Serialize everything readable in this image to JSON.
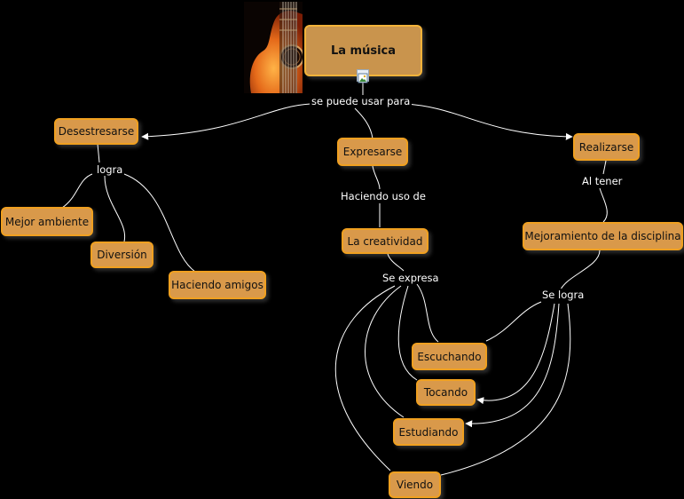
{
  "main_concept": "La música",
  "linking_phrases": {
    "uses": "se puede usar para",
    "logra": "logra",
    "haciendo_uso": "Haciendo uso de",
    "al_tener": "Al tener",
    "se_expresa": "Se expresa",
    "se_logra": "Se logra"
  },
  "concepts": {
    "desestresarse": "Desestresarse",
    "expresarse": "Expresarse",
    "realizarse": "Realizarse",
    "mejor_ambiente": "Mejor ambiente",
    "diversion": "Diversión",
    "haciendo_amigos": "Haciendo amigos",
    "creatividad": "La creatividad",
    "mejoramiento": "Mejoramiento de la disciplina",
    "escuchando": "Escuchando",
    "tocando": "Tocando",
    "estudiando": "Estudiando",
    "viendo": "Viendo"
  },
  "icons": {
    "guitar_image": "guitar-image",
    "resource_icon": "image-resource-icon"
  },
  "colors": {
    "background": "#000000",
    "node_fill": "#d9994a",
    "node_border": "#f0a020",
    "link": "#ffffff"
  }
}
